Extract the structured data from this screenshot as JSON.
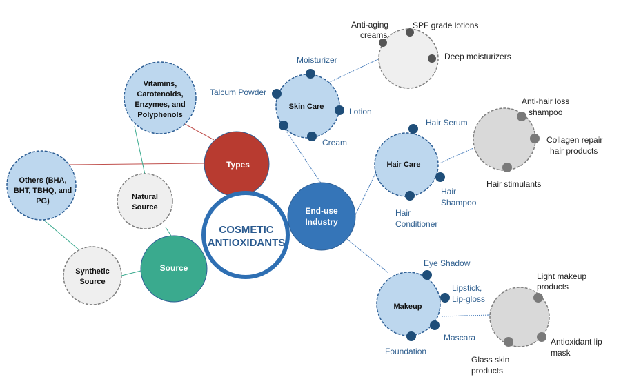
{
  "title": "COSMETIC ANTIOXIDANTS",
  "center": {
    "line1": "COSMETIC",
    "line2": "ANTIOXIDANTS"
  },
  "types": {
    "label": "Types",
    "children": [
      {
        "lines": [
          "Vitamins,",
          "Carotenoids,",
          "Enzymes, and",
          "Polyphenols"
        ]
      },
      {
        "lines": [
          "Others (BHA,",
          "BHT, TBHQ, and",
          "PG)"
        ]
      }
    ]
  },
  "source": {
    "label": "Source",
    "children": [
      {
        "lines": [
          "Natural",
          "Source"
        ]
      },
      {
        "lines": [
          "Synthetic",
          "Source"
        ]
      }
    ]
  },
  "end_use": {
    "lines": [
      "End-use",
      "Industry"
    ],
    "skin_care": {
      "label": "Skin Care",
      "items": [
        "Moisturizer",
        "Talcum Powder",
        "Lotion",
        "Cream"
      ],
      "sub": [
        "Anti-aging",
        "creams",
        "SPF grade lotions",
        "Deep moisturizers"
      ]
    },
    "hair_care": {
      "label": "Hair Care",
      "items": [
        "Hair Serum",
        "Hair",
        "Shampoo",
        "Hair",
        "Conditioner"
      ],
      "sub": [
        "Anti-hair loss",
        "shampoo",
        "Collagen repair",
        "hair products",
        "Hair stimulants"
      ]
    },
    "makeup": {
      "label": "Makeup",
      "items": [
        "Eye Shadow",
        "Lipstick,",
        "Lip-gloss",
        "Mascara",
        "Foundation"
      ],
      "sub": [
        "Light makeup",
        "products",
        "Antioxidant lip",
        "mask",
        "Glass skin",
        "products"
      ]
    }
  },
  "colors": {
    "types": "#b83b30",
    "source": "#3aaa8e",
    "end_use": "#3575b8",
    "center_ring": "#2e6fb3",
    "light_blue": "#bdd7ee",
    "dot_blue": "#1f4e79",
    "grey_light": "#efefef",
    "grey_mid": "#d9d9d9",
    "dot_grey": "#707070"
  }
}
